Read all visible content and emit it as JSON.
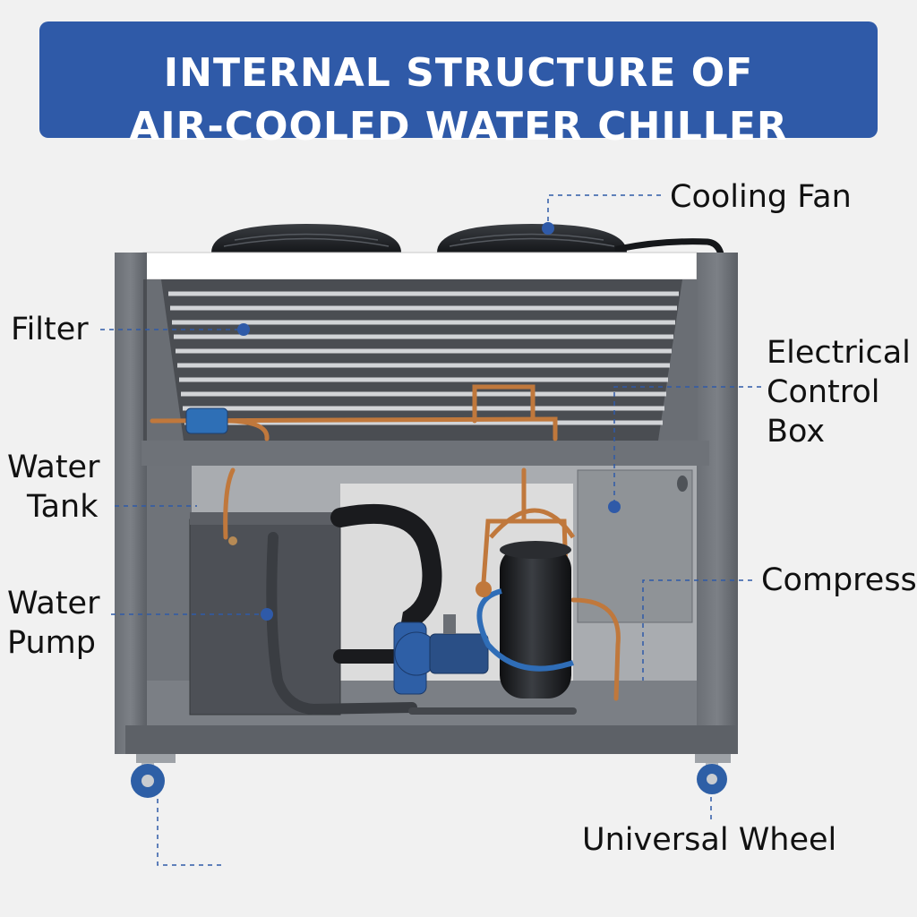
{
  "title": {
    "line1": "INTERNAL STRUCTURE OF",
    "line2": "AIR-COOLED WATER CHILLER"
  },
  "labels": {
    "cooling_fan": "Cooling Fan",
    "filter": "Filter",
    "electrical_control_box": [
      "Electrical",
      "Control",
      "Box"
    ],
    "water_tank": [
      "Water",
      "Tank"
    ],
    "compressor": "Compressor",
    "water_pump": [
      "Water",
      "Pump"
    ],
    "universal_wheel": "Universal Wheel"
  },
  "colors": {
    "banner": "#2f5aa8",
    "leader": "#2f5aa8",
    "frame": "#5d6167",
    "copper": "#c0783c",
    "pump": "#2e5fa6"
  }
}
